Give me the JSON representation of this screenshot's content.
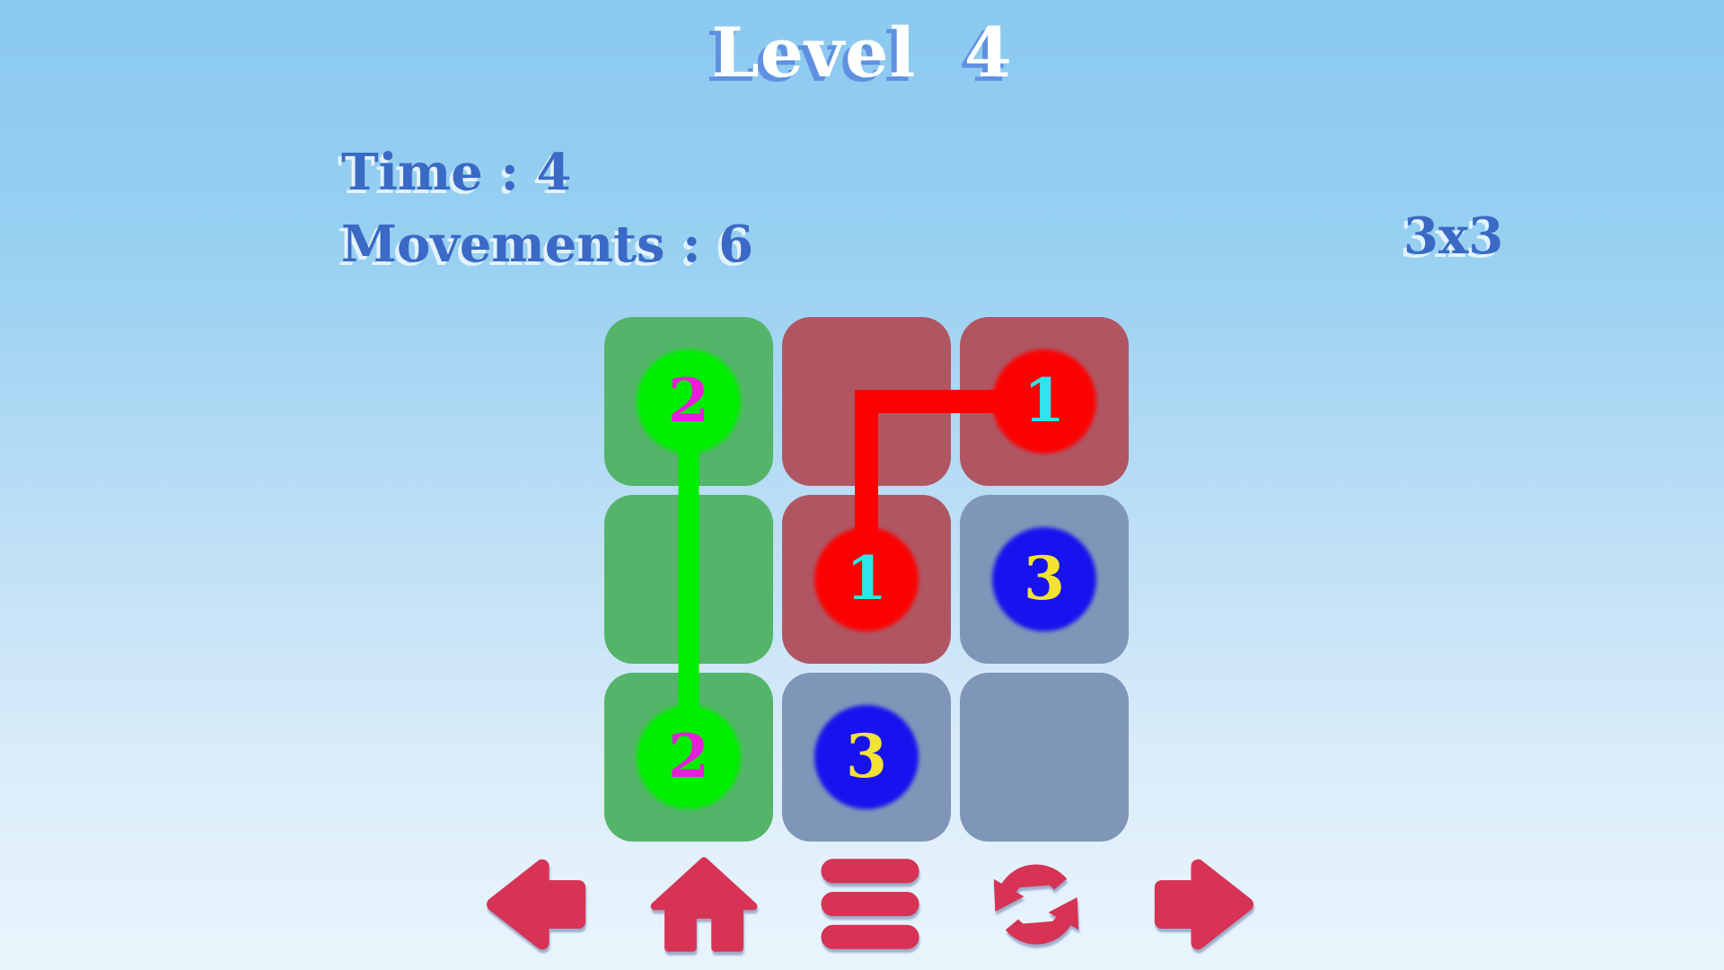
{
  "header": {
    "title": "Level 4"
  },
  "hud": {
    "time": {
      "label": "Time",
      "value": "4"
    },
    "movements": {
      "label": "Movements",
      "value": "6"
    },
    "separator": " : ",
    "grid_size_label": "3x3"
  },
  "board": {
    "rows": 3,
    "cols": 3,
    "cells": [
      {
        "r": 0,
        "c": 0,
        "bg": "green",
        "dot": {
          "color": "green",
          "digit_color": "magenta",
          "label": "2"
        }
      },
      {
        "r": 0,
        "c": 1,
        "bg": "maroon"
      },
      {
        "r": 0,
        "c": 2,
        "bg": "maroon",
        "dot": {
          "color": "red",
          "digit_color": "cyan",
          "label": "1"
        }
      },
      {
        "r": 1,
        "c": 0,
        "bg": "green"
      },
      {
        "r": 1,
        "c": 1,
        "bg": "maroon",
        "dot": {
          "color": "red",
          "digit_color": "cyan",
          "label": "1"
        }
      },
      {
        "r": 1,
        "c": 2,
        "bg": "slate",
        "dot": {
          "color": "blue",
          "digit_color": "yellow",
          "label": "3"
        }
      },
      {
        "r": 2,
        "c": 0,
        "bg": "green",
        "dot": {
          "color": "green",
          "digit_color": "magenta",
          "label": "2"
        }
      },
      {
        "r": 2,
        "c": 1,
        "bg": "slate",
        "dot": {
          "color": "blue",
          "digit_color": "yellow",
          "label": "3"
        }
      },
      {
        "r": 2,
        "c": 2,
        "bg": "slate"
      }
    ],
    "connections": [
      {
        "color": "green",
        "width": 23,
        "cells": [
          [
            0,
            0
          ],
          [
            2,
            0
          ]
        ]
      },
      {
        "color": "red",
        "width": 26,
        "cells": [
          [
            0,
            2
          ],
          [
            0,
            1
          ],
          [
            1,
            1
          ]
        ]
      }
    ]
  },
  "toolbar": {
    "buttons": [
      {
        "name": "back",
        "icon": "left-arrow-icon"
      },
      {
        "name": "home",
        "icon": "home-icon"
      },
      {
        "name": "levels",
        "icon": "menu-icon"
      },
      {
        "name": "restart",
        "icon": "refresh-icon"
      },
      {
        "name": "next",
        "icon": "right-arrow-icon"
      }
    ]
  },
  "colors": {
    "bg_top": "#8bc9ef",
    "bg_bottom": "#e9f5fc",
    "title_fill": "#ffffff",
    "title_shadow": "#5f90e2",
    "hud_text": "#3a6ac5",
    "hud_shadow": "#e3f2fc",
    "cell_green": "#54b46a",
    "cell_maroon": "#b05663",
    "cell_slate": "#8096b8",
    "dot_green": "#00ee00",
    "dot_red": "#fb0202",
    "dot_blue": "#1812ee",
    "digit_magenta": "#e61ed7",
    "digit_cyan": "#2de6eb",
    "digit_yellow": "#f2e332",
    "icon": "#d63355"
  }
}
